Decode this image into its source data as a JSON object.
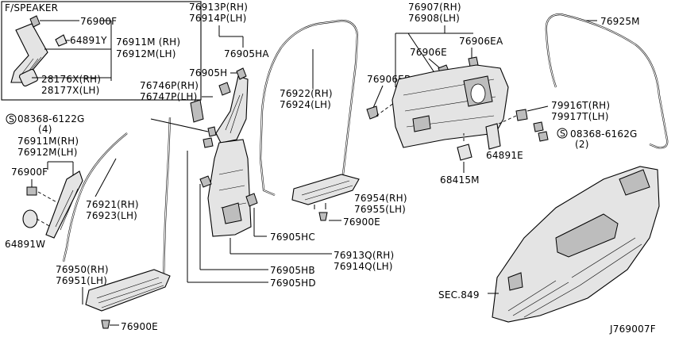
{
  "diagram_code": "J769007F",
  "speaker_box": {
    "title": "F/SPEAKER",
    "parts": [
      "76900F",
      "64891Y",
      "76911M (RH)",
      "76912M(LH)",
      "28176X(RH)",
      "28177X(LH)"
    ]
  },
  "labels": {
    "p76913P": "76913P(RH)",
    "p76914P": "76914P(LH)",
    "p76905HA": "76905HA",
    "p76905H": "76905H",
    "p76746P": "76746P(RH)",
    "p76747P": "76747P(LH)",
    "screw_left": "08368-6122G",
    "screw_left_qty": "(4)",
    "p76911M": "76911M(RH)",
    "p76912M": "76912M(LH)",
    "p76900F": "76900F",
    "p64891W": "64891W",
    "p76921": "76921(RH)",
    "p76923": "76923(LH)",
    "p76950": "76950(RH)",
    "p76951": "76951(LH)",
    "p76900E_bottom": "76900E",
    "p76922": "76922(RH)",
    "p76924": "76924(LH)",
    "p76905HC": "76905HC",
    "p76905HB": "76905HB",
    "p76905HD": "76905HD",
    "p76913Q": "76913Q(RH)",
    "p76914Q": "76914Q(LH)",
    "p76907": "76907(RH)",
    "p76908": "76908(LH)",
    "p76906EA": "76906EA",
    "p76906E": "76906E",
    "p76906EB": "76906EB",
    "p76954": "76954(RH)",
    "p76955": "76955(LH)",
    "p76900E_mid": "76900E",
    "p68415M": "68415M",
    "p64891E": "64891E",
    "p76925M": "76925M",
    "p79916T": "79916T(RH)",
    "p79917T": "79917T(LH)",
    "screw_right": "08368-6162G",
    "screw_right_qty": "(2)",
    "sec": "SEC.849"
  }
}
